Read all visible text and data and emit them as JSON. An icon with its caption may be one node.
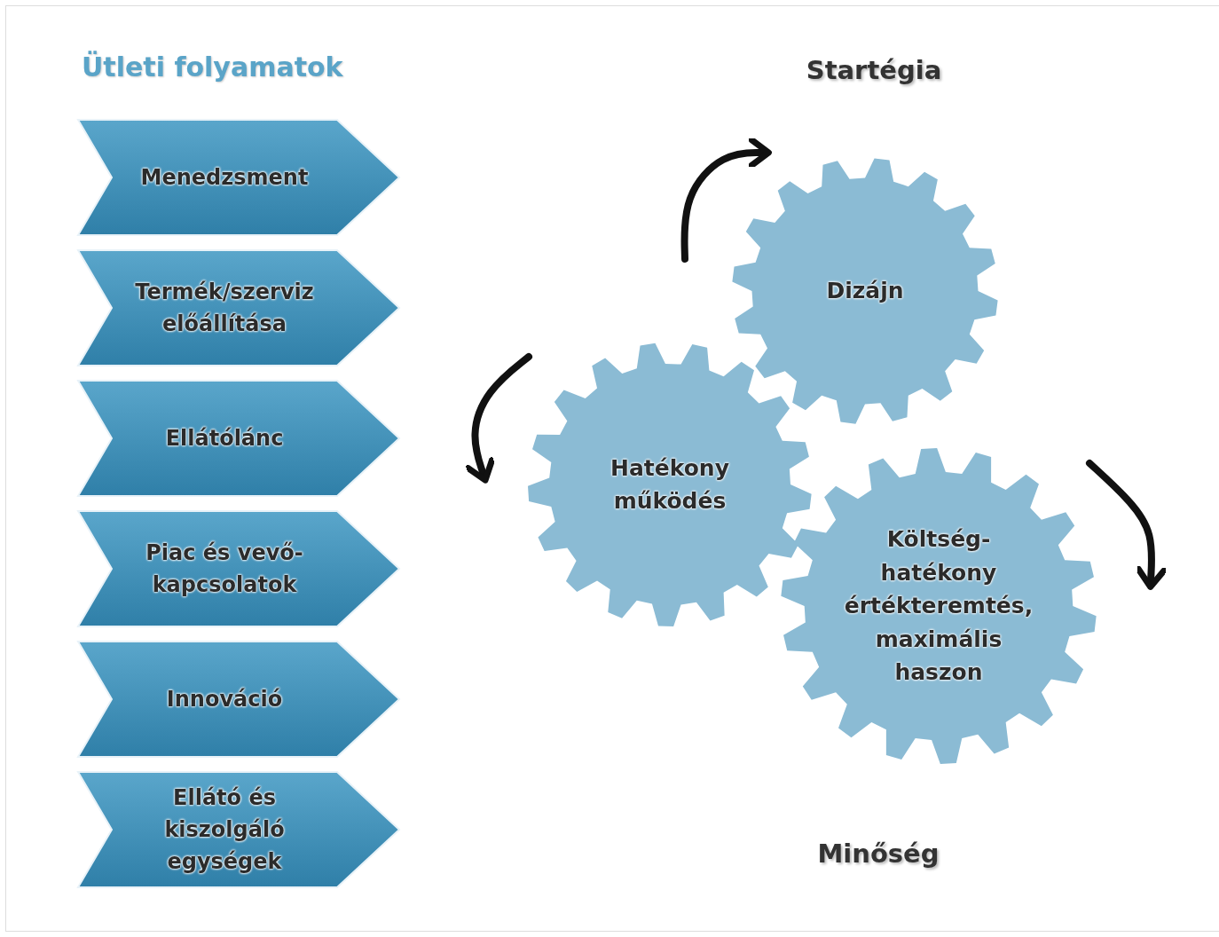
{
  "diagram": {
    "title": "Ütleti folyamatok",
    "nodes": [
      {
        "text": [
          "Menedzsment"
        ]
      },
      {
        "text": [
          "Termék/szerviz előállítása"
        ]
      },
      {
        "text": [
          "Ellátólánc"
        ]
      },
      {
        "text": [
          "Piac és vevő- kapcsolatok"
        ]
      },
      {
        "text": [
          "Innováció"
        ]
      },
      {
        "text": [
          "Ellátó és kiszolgáló egységek"
        ]
      },
      {
        "text": [
          "Dizájn"
        ]
      },
      {
        "text": [
          "Hatékony működés"
        ]
      },
      {
        "text": [
          "Költség- hatékony értékteremtés, maximális haszon"
        ]
      }
    ],
    "labels": [
      "Startégia",
      "Minőség"
    ]
  }
}
